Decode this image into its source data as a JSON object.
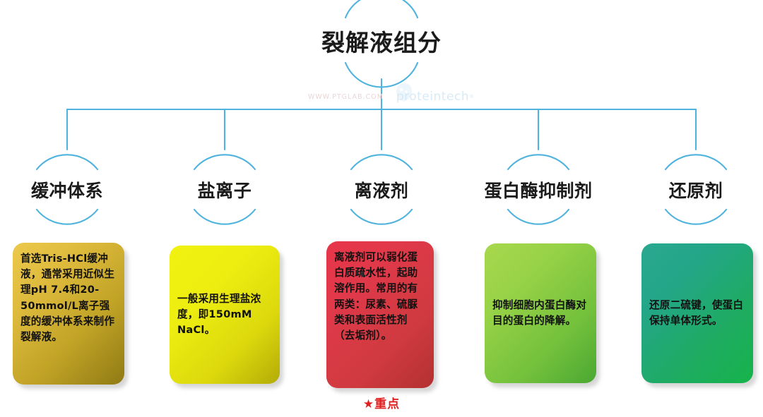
{
  "diagram": {
    "title": "裂解液组分",
    "footnote": "★重点",
    "accent_color": "#4fb3dd",
    "footnote_color": "#e02020"
  },
  "watermark": {
    "url": "WWW.PTGLAB.COM",
    "brand": "proteintech",
    "trademark": "®"
  },
  "branches": [
    {
      "label": "缓冲体系",
      "detail": "首选Tris-HCl缓冲液，通常采用近似生理pH 7.4和20-50mmol/L离子强度的缓冲体系来制作裂解液。",
      "color_start": "#ecc94b",
      "color_end": "#8f7a14"
    },
    {
      "label": "盐离子",
      "detail": "一般采用生理盐浓度，即150mM NaCl。",
      "color_start": "#f2f211",
      "color_end": "#b3ab07"
    },
    {
      "label": "离液剂",
      "detail": "离液剂可以弱化蛋白质疏水性，起助溶作用。常用的有两类：尿素、硫脲类和表面活性剂（去垢剂）。",
      "color_start": "#e8364a",
      "color_end": "#b33130"
    },
    {
      "label": "蛋白酶抑制剂",
      "detail": "抑制细胞内蛋白酶对目的蛋白的降解。",
      "color_start": "#a8d84e",
      "color_end": "#4aa832"
    },
    {
      "label": "还原剂",
      "detail": "还原二硫键，使蛋白保持单体形式。",
      "color_start": "#2aa890",
      "color_end": "#16b34b"
    }
  ]
}
